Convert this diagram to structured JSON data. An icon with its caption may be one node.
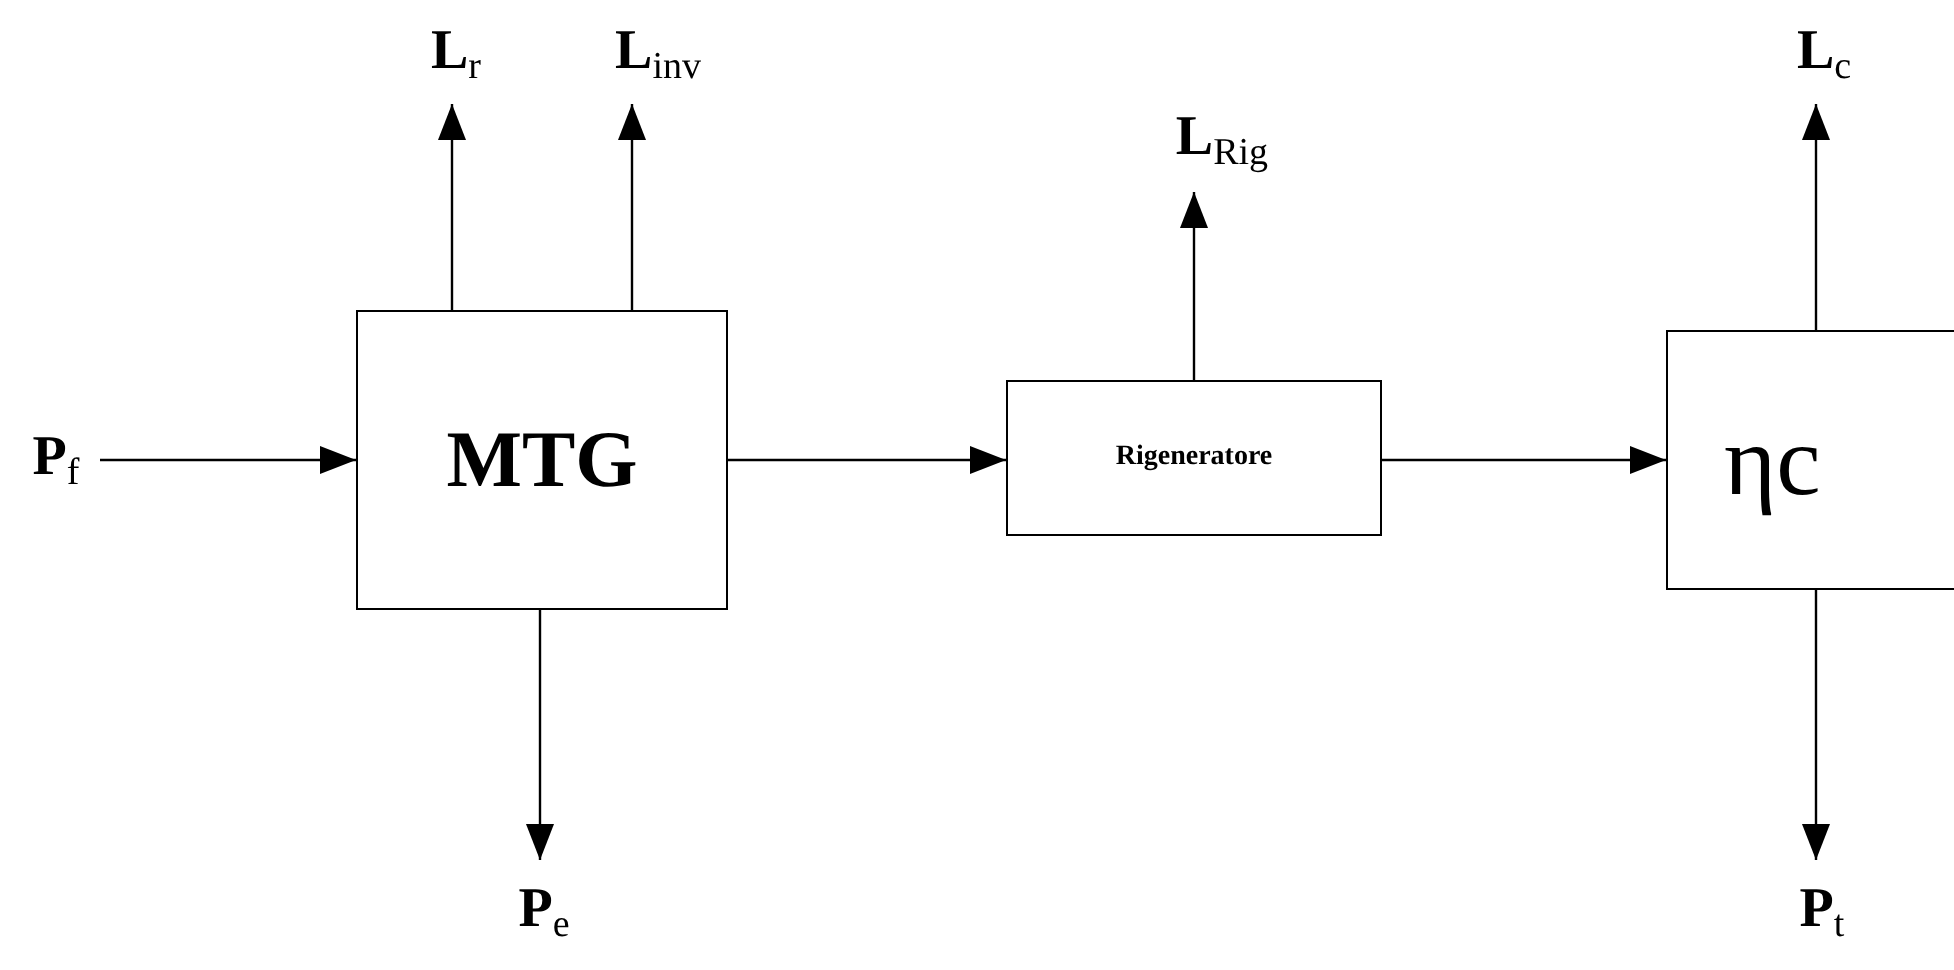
{
  "diagram": {
    "nodes": [
      {
        "text": [
          "**P**$_{f}$"
        ]
      },
      {
        "text": [
          "MTG"
        ]
      },
      {
        "text": [
          "Rigeneratore"
        ]
      },
      {
        "text": [
          "ηc"
        ]
      },
      {
        "text": [
          "**L**$_{r}$"
        ]
      },
      {
        "text": [
          "**L**$_{inv}$"
        ]
      },
      {
        "text": [
          "**P**$_{e}$"
        ]
      },
      {
        "text": [
          "**L**$_{Rig}$"
        ]
      },
      {
        "text": [
          "**L**$_{c}$"
        ]
      },
      {
        "text": [
          "**P**$_{t}$"
        ]
      }
    ],
    "edges": [
      {
        "from": 0,
        "to": 1,
        "arrow": "to"
      },
      {
        "from": 1,
        "to": 4,
        "arrow": "to"
      },
      {
        "from": 1,
        "to": 5,
        "arrow": "to"
      },
      {
        "from": 1,
        "to": 6,
        "arrow": "to"
      },
      {
        "from": 1,
        "to": 2,
        "arrow": "to"
      },
      {
        "from": 2,
        "to": 7,
        "arrow": "to"
      },
      {
        "from": 2,
        "to": 3,
        "arrow": "to"
      },
      {
        "from": 3,
        "to": 8,
        "arrow": "to"
      },
      {
        "from": 3,
        "to": 9,
        "arrow": "to"
      }
    ]
  }
}
